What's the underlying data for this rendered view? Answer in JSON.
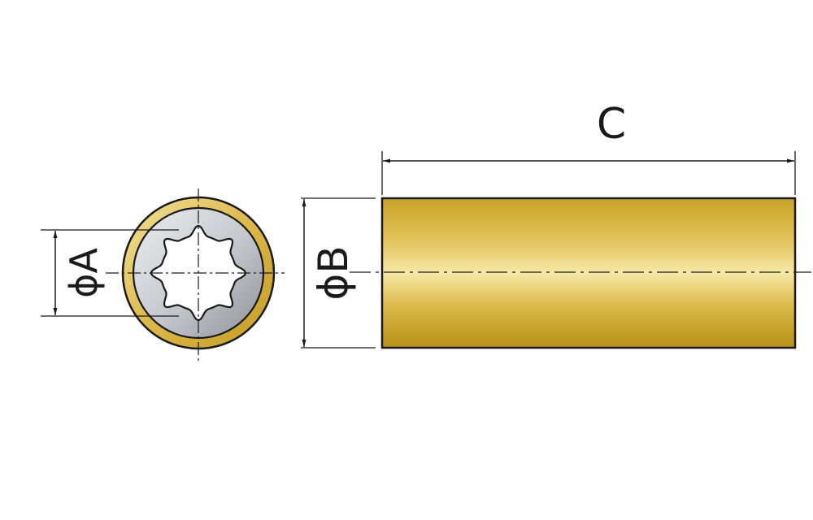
{
  "labels": {
    "diameter_a": "ϕA",
    "diameter_b": "ϕB",
    "length_c": "C"
  },
  "colors": {
    "brass_dark": "#c9a227",
    "brass_mid": "#e0bf52",
    "brass_light": "#f6e8a6",
    "rubber_dark": "#8e9096",
    "rubber_light": "#eceef1",
    "line": "#1a1a1a"
  }
}
